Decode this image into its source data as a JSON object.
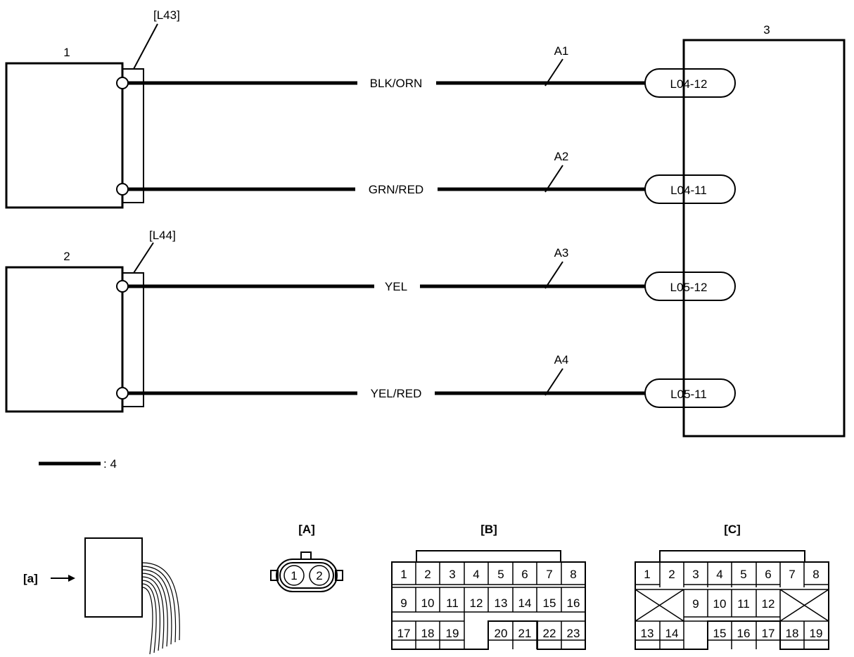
{
  "components": [
    {
      "id": "1",
      "label": "1"
    },
    {
      "id": "2",
      "label": "2"
    },
    {
      "id": "3",
      "label": "3"
    }
  ],
  "connectors": {
    "c1": "[L43]",
    "c2": "[L44]"
  },
  "wires": [
    {
      "id": "A1",
      "color": "BLK/ORN",
      "terminal": "L04-12"
    },
    {
      "id": "A2",
      "color": "GRN/RED",
      "terminal": "L04-11"
    },
    {
      "id": "A3",
      "color": "YEL",
      "terminal": "L05-12"
    },
    {
      "id": "A4",
      "color": "YEL/RED",
      "terminal": "L05-11"
    }
  ],
  "legend": {
    "label": ": 4"
  },
  "views": {
    "a_label": "[a]",
    "A": {
      "label": "[A]",
      "pins": [
        "1",
        "2"
      ]
    },
    "B": {
      "label": "[B]",
      "pins": [
        "1",
        "2",
        "3",
        "4",
        "5",
        "6",
        "7",
        "8",
        "9",
        "10",
        "11",
        "12",
        "13",
        "14",
        "15",
        "16",
        "17",
        "18",
        "19",
        "20",
        "21",
        "22",
        "23"
      ]
    },
    "C": {
      "label": "[C]",
      "pins": [
        "1",
        "2",
        "3",
        "4",
        "5",
        "6",
        "7",
        "8",
        "9",
        "10",
        "11",
        "12",
        "13",
        "14",
        "15",
        "16",
        "17",
        "18",
        "19"
      ]
    }
  }
}
